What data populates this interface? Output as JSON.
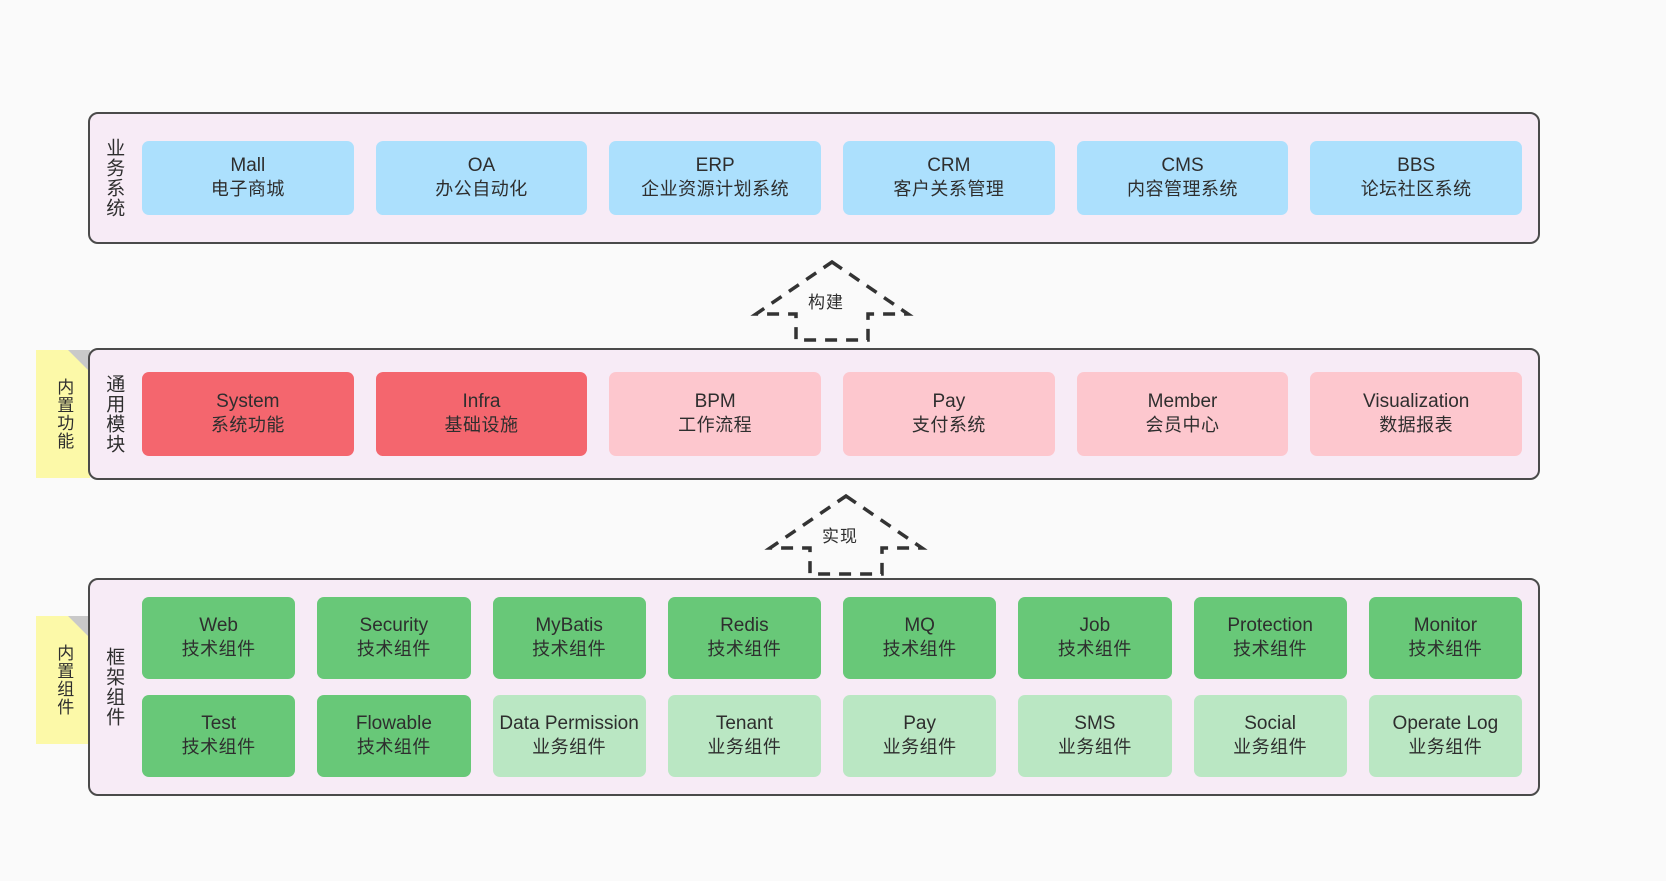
{
  "diagram": {
    "background_color": "#fafafa",
    "panel_color": "#f7ebf6",
    "panel_border_color": "#4a4a4a",
    "note_color": "#fcf9a8"
  },
  "notes": [
    {
      "label": "内置功能"
    },
    {
      "label": "内置组件"
    }
  ],
  "arrows": [
    {
      "label": "构建",
      "style": "dashed-hollow-up"
    },
    {
      "label": "实现",
      "style": "dashed-hollow-up"
    }
  ],
  "layers": [
    {
      "title": "业务系统",
      "color": "#ace0fd",
      "rows": [
        [
          {
            "en": "Mall",
            "cn": "电子商城",
            "color": "#ace0fd"
          },
          {
            "en": "OA",
            "cn": "办公自动化",
            "color": "#ace0fd"
          },
          {
            "en": "ERP",
            "cn": "企业资源计划系统",
            "color": "#ace0fd"
          },
          {
            "en": "CRM",
            "cn": "客户关系管理",
            "color": "#ace0fd"
          },
          {
            "en": "CMS",
            "cn": "内容管理系统",
            "color": "#ace0fd"
          },
          {
            "en": "BBS",
            "cn": "论坛社区系统",
            "color": "#ace0fd"
          }
        ]
      ]
    },
    {
      "title": "通用模块",
      "color": "#fdc7ce",
      "rows": [
        [
          {
            "en": "System",
            "cn": "系统功能",
            "color": "#f4666e"
          },
          {
            "en": "Infra",
            "cn": "基础设施",
            "color": "#f4666e"
          },
          {
            "en": "BPM",
            "cn": "工作流程",
            "color": "#fdc7ce"
          },
          {
            "en": "Pay",
            "cn": "支付系统",
            "color": "#fdc7ce"
          },
          {
            "en": "Member",
            "cn": "会员中心",
            "color": "#fdc7ce"
          },
          {
            "en": "Visualization",
            "cn": "数据报表",
            "color": "#fdc7ce"
          }
        ]
      ]
    },
    {
      "title": "框架组件",
      "color": "#68c878",
      "rows": [
        [
          {
            "en": "Web",
            "cn": "技术组件",
            "color": "#68c878"
          },
          {
            "en": "Security",
            "cn": "技术组件",
            "color": "#68c878"
          },
          {
            "en": "MyBatis",
            "cn": "技术组件",
            "color": "#68c878"
          },
          {
            "en": "Redis",
            "cn": "技术组件",
            "color": "#68c878"
          },
          {
            "en": "MQ",
            "cn": "技术组件",
            "color": "#68c878"
          },
          {
            "en": "Job",
            "cn": "技术组件",
            "color": "#68c878"
          },
          {
            "en": "Protection",
            "cn": "技术组件",
            "color": "#68c878"
          },
          {
            "en": "Monitor",
            "cn": "技术组件",
            "color": "#68c878"
          }
        ],
        [
          {
            "en": "Test",
            "cn": "技术组件",
            "color": "#68c878"
          },
          {
            "en": "Flowable",
            "cn": "技术组件",
            "color": "#68c878"
          },
          {
            "en": "Data Permission",
            "cn": "业务组件",
            "color": "#bae7c3"
          },
          {
            "en": "Tenant",
            "cn": "业务组件",
            "color": "#bae7c3"
          },
          {
            "en": "Pay",
            "cn": "业务组件",
            "color": "#bae7c3"
          },
          {
            "en": "SMS",
            "cn": "业务组件",
            "color": "#bae7c3"
          },
          {
            "en": "Social",
            "cn": "业务组件",
            "color": "#bae7c3"
          },
          {
            "en": "Operate Log",
            "cn": "业务组件",
            "color": "#bae7c3"
          }
        ]
      ]
    }
  ]
}
